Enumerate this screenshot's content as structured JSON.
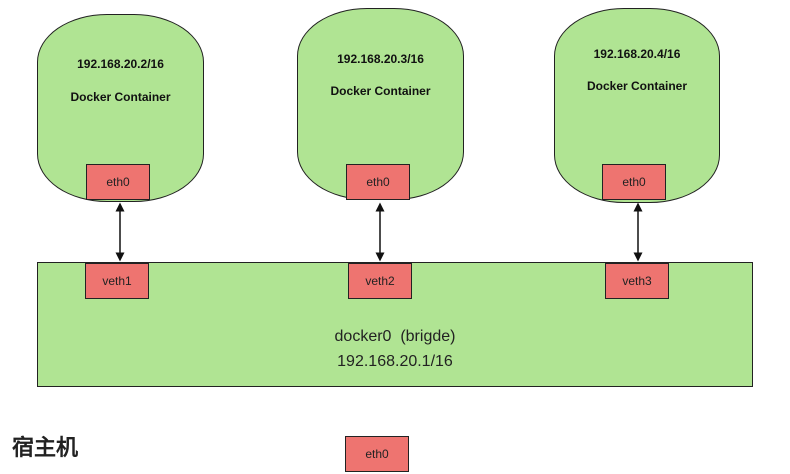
{
  "containers": [
    {
      "ip": "192.168.20.2/16",
      "name": "Docker Container",
      "iface": "eth0"
    },
    {
      "ip": "192.168.20.3/16",
      "name": "Docker Container",
      "iface": "eth0"
    },
    {
      "ip": "192.168.20.4/16",
      "name": "Docker Container",
      "iface": "eth0"
    }
  ],
  "bridge": {
    "title": "docker0  (brigde)",
    "ip": "192.168.20.1/16",
    "veths": [
      "veth1",
      "veth2",
      "veth3"
    ]
  },
  "host": {
    "label": "宿主机",
    "iface": "eth0"
  },
  "colors": {
    "container_fill": "#b0e493",
    "iface_fill": "#ee7470",
    "stroke": "#222222"
  }
}
